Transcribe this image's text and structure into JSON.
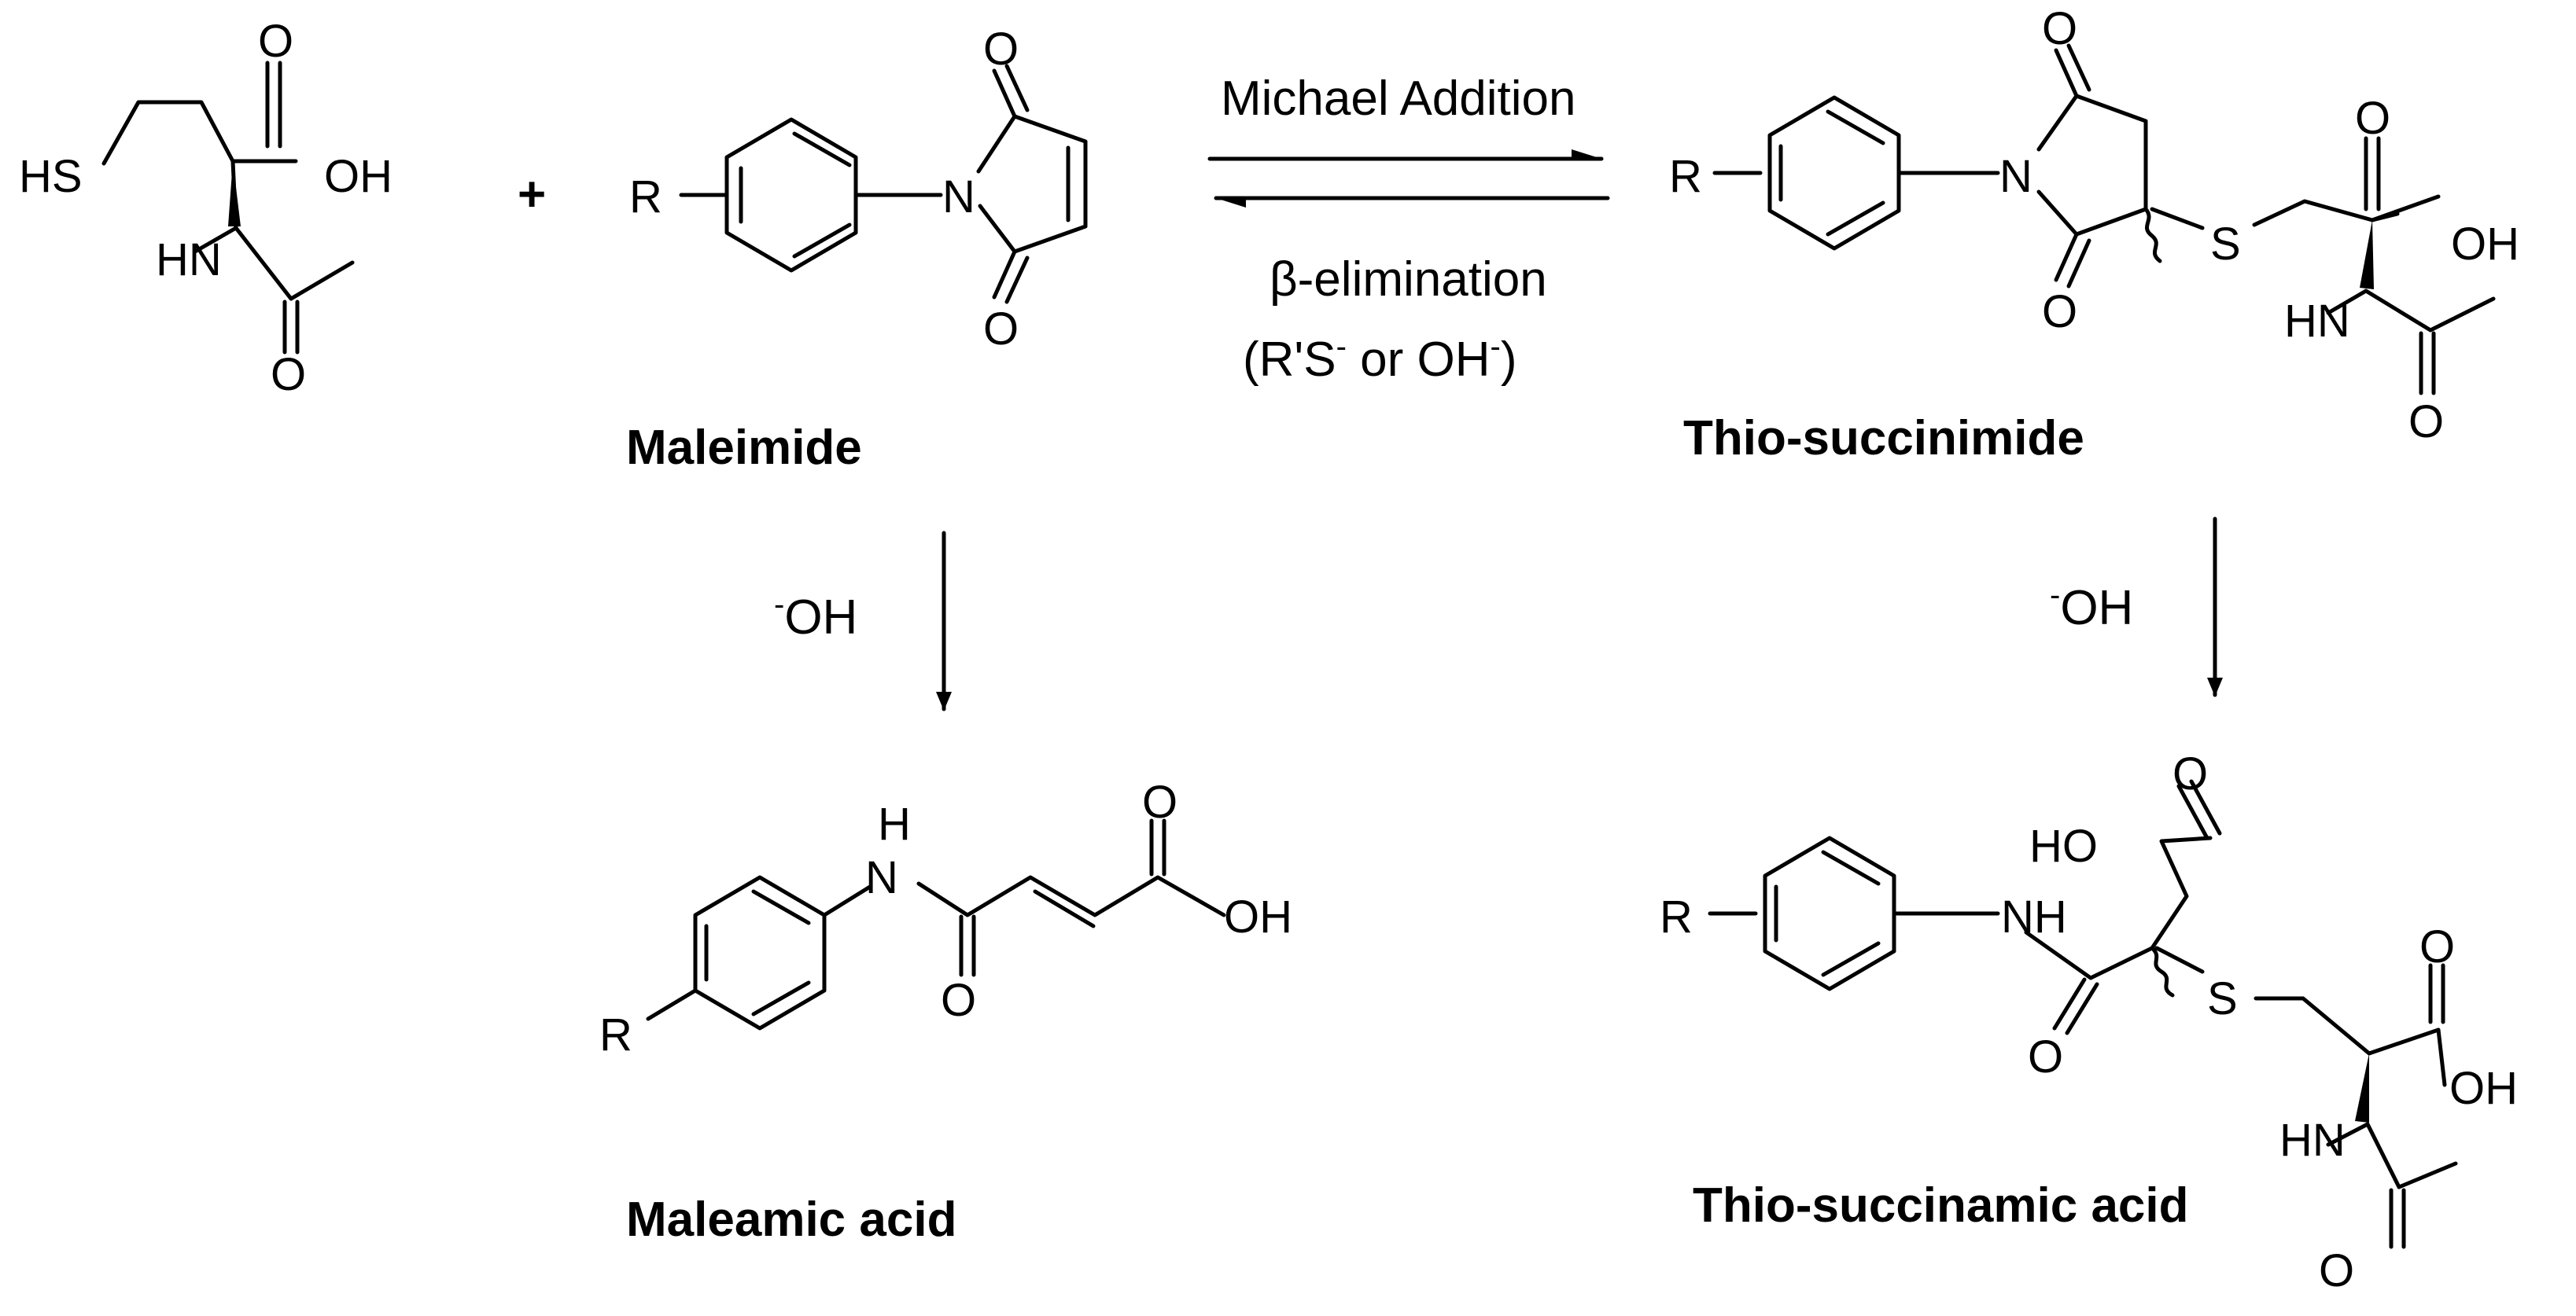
{
  "atoms": {
    "hs": "HS",
    "oh": "OH",
    "o": "O",
    "hn": "HN",
    "nh": "NH",
    "h": "H",
    "n": "N",
    "s": "S",
    "r": "R",
    "ho": "HO"
  },
  "plus": "+",
  "reactions": {
    "forward": "Michael Addition",
    "reverse_1": "β-elimination",
    "reverse_2_prefix": "(R'S",
    "reverse_2_mid": " or OH",
    "reverse_2_suffix": ")",
    "superscript_minus": "-",
    "hydroxide": "OH",
    "hydroxide_charge": "-"
  },
  "labels": {
    "maleimide": "Maleimide",
    "thio_succinimide": "Thio-succinimide",
    "maleamic_acid": "Maleamic acid",
    "thio_succinamic_acid": "Thio-succinamic acid"
  }
}
